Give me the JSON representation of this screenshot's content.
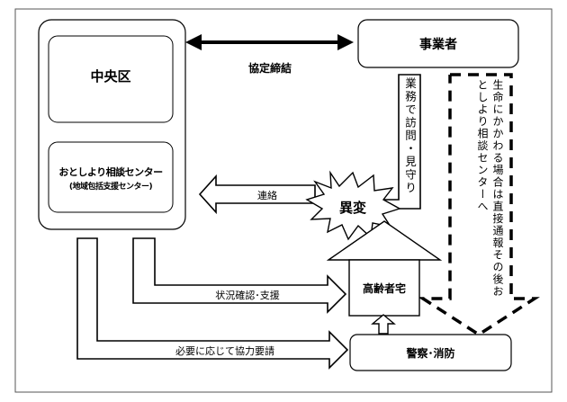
{
  "nodes": {
    "chuo_ku": "中央区",
    "center_line1": "おとしより相談センター",
    "center_line2": "(地域包括支援センター)",
    "jigyosha": "事業者",
    "koreisha_taku": "高齢者宅",
    "keisatsu_shobo": "警察･消防"
  },
  "edges": {
    "kyotei": "協定締結",
    "houmon": "業務で訪問・見守り",
    "renraku": "連絡",
    "jokyo": "状況確認･支援",
    "kyoryoku": "必要に応じて協力要請",
    "chokusetsu": "生命にかかわる場合は直接通報その後おとしより相談センターへ"
  },
  "event": "異変",
  "colors": {
    "stroke": "#000000",
    "background": "#ffffff"
  }
}
